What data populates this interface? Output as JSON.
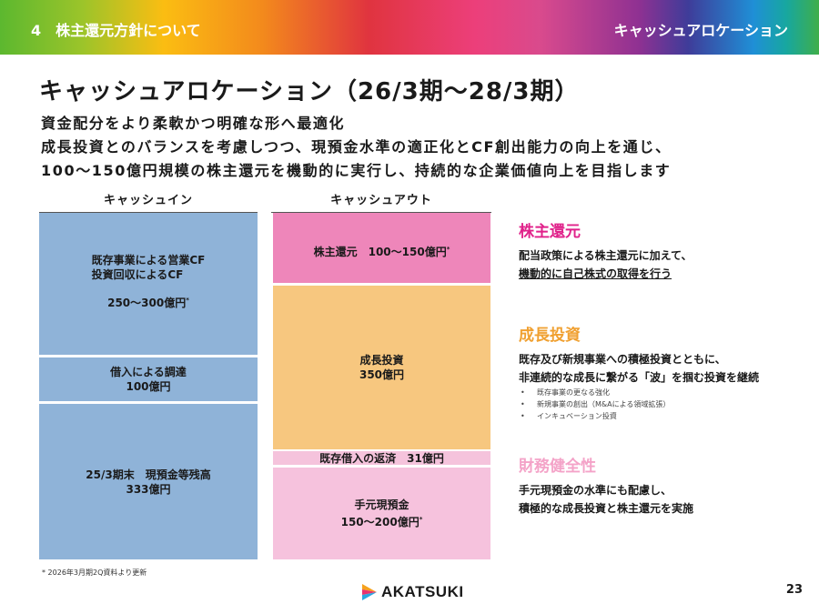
{
  "header": {
    "section": "4　株主還元方針について",
    "topic": "キャッシュアロケーション"
  },
  "title": "キャッシュアロケーション（26/3期〜28/3期）",
  "subtitle": [
    "資金配分をより柔軟かつ明確な形へ最適化",
    "成長投資とのバランスを考慮しつつ、現預金水準の適正化とCF創出能力の向上を通じ、",
    "100〜150億円規模の株主還元を機動的に実行し、持続的な企業価値向上を目指します"
  ],
  "cash_in": {
    "label": "キャッシュイン",
    "boxes": [
      {
        "line1": "既存事業による営業CF",
        "line2": "投資回収によるCF",
        "amount": "250〜300億円",
        "mark": "*"
      },
      {
        "line1": "借入による調達",
        "amount": "100億円"
      },
      {
        "line1": "25/3期末　現預金等残高",
        "amount": "333億円"
      }
    ]
  },
  "cash_out": {
    "label": "キャッシュアウト",
    "boxes": [
      {
        "line1": "株主還元　100〜150億円",
        "mark": "*"
      },
      {
        "line1": "成長投資",
        "amount": "350億円"
      },
      {
        "line1": "既存借入の返済　31億円"
      },
      {
        "line1": "手元現預金",
        "amount": "150〜200億円",
        "mark": "*"
      }
    ]
  },
  "right": {
    "shareholder": {
      "heading": "株主還元",
      "lines": [
        "配当政策による株主還元に加えて、",
        "機動的に自己株式の取得を行う"
      ],
      "color": "#e0218a"
    },
    "growth": {
      "heading": "成長投資",
      "lines": [
        "既存及び新規事業への積極投資とともに、",
        "非連続的な成長に繋がる「波」を掴む投資を継続"
      ],
      "bullets": [
        "既存事業の更なる強化",
        "新規事業の創出（M&Aによる領域拡張）",
        "インキュベーション投資"
      ],
      "color": "#f0a030"
    },
    "finance": {
      "heading": "財務健全性",
      "lines": [
        "手元現預金の水準にも配慮し、",
        "積極的な成長投資と株主還元を実施"
      ],
      "color": "#f4a3c8"
    }
  },
  "footnote": "* 2026年3月期2Q資料より更新",
  "logo": "AKATSUKI",
  "page": "23"
}
